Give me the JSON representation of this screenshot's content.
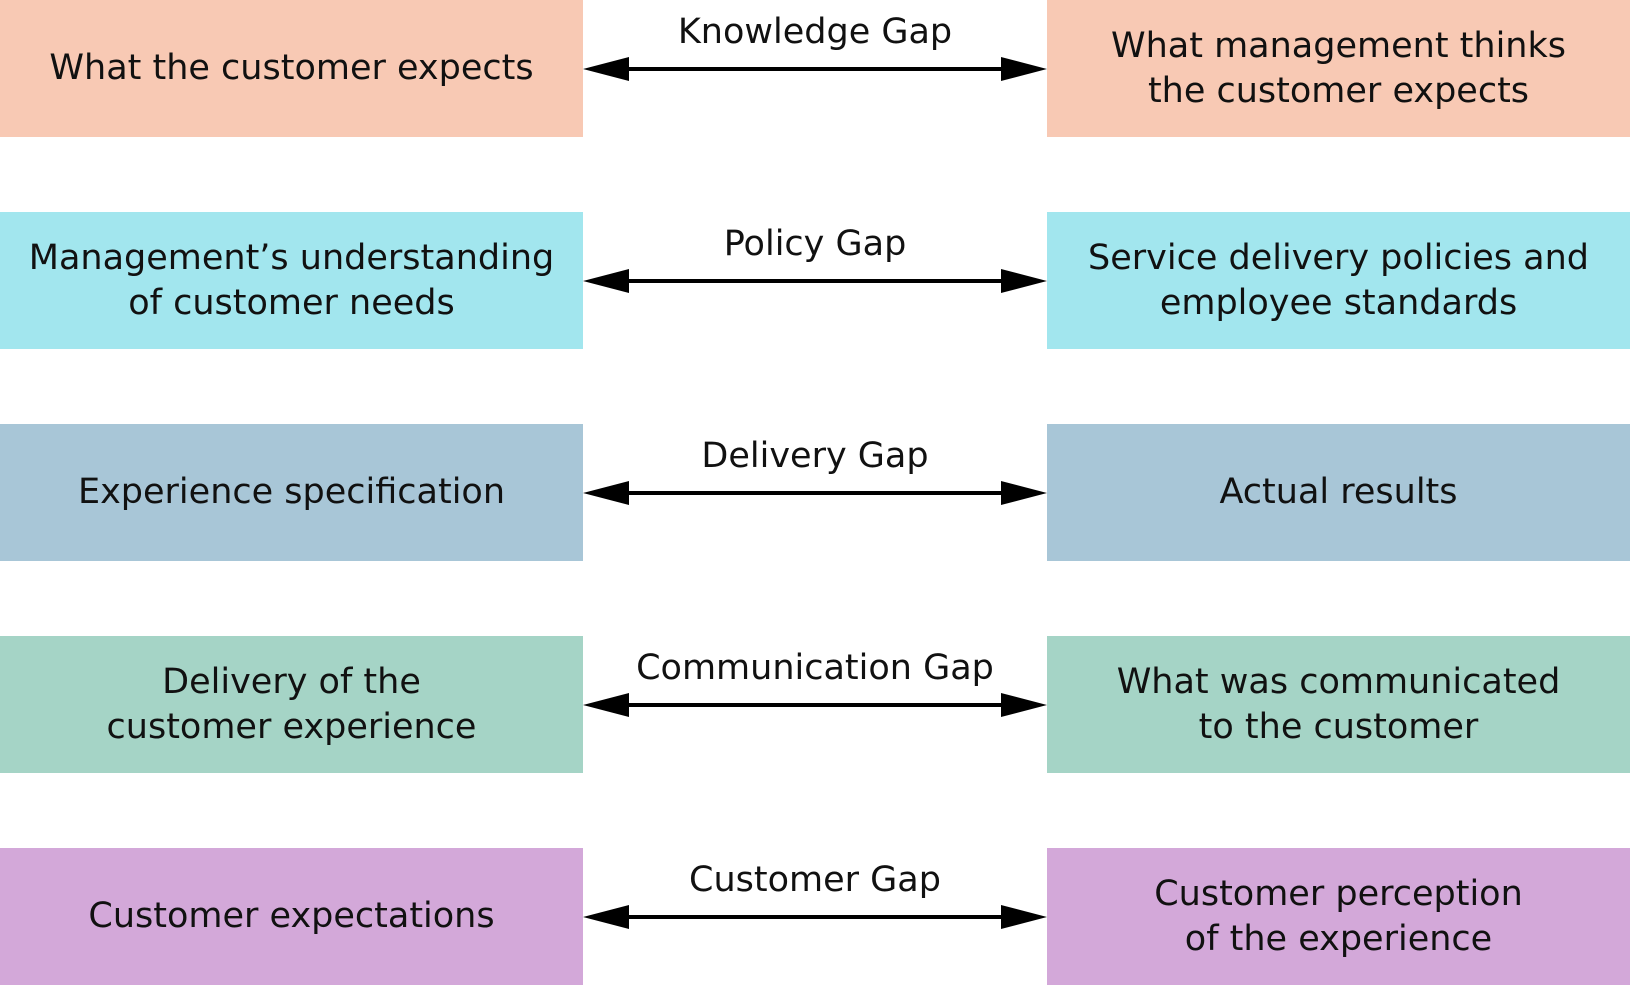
{
  "rows": [
    {
      "gap": "Knowledge Gap",
      "left": [
        "What the customer expects"
      ],
      "right": [
        "What management thinks",
        "the customer expects"
      ],
      "color": "#f8c9b4"
    },
    {
      "gap": "Policy Gap",
      "left": [
        "Management’s understanding",
        "of customer needs"
      ],
      "right": [
        "Service delivery policies and",
        "employee standards"
      ],
      "color": "#a2e6ee"
    },
    {
      "gap": "Delivery Gap",
      "left": [
        "Experience specification"
      ],
      "right": [
        "Actual results"
      ],
      "color": "#a8c6d7"
    },
    {
      "gap": "Communication Gap",
      "left": [
        "Delivery of the",
        "customer experience"
      ],
      "right": [
        "What was communicated",
        "to the customer"
      ],
      "color": "#a5d4c6"
    },
    {
      "gap": "Customer Gap",
      "left": [
        "Customer expectations"
      ],
      "right": [
        "Customer perception",
        "of the experience"
      ],
      "color": "#d3a8d9"
    }
  ],
  "arrow_color": "#000000"
}
